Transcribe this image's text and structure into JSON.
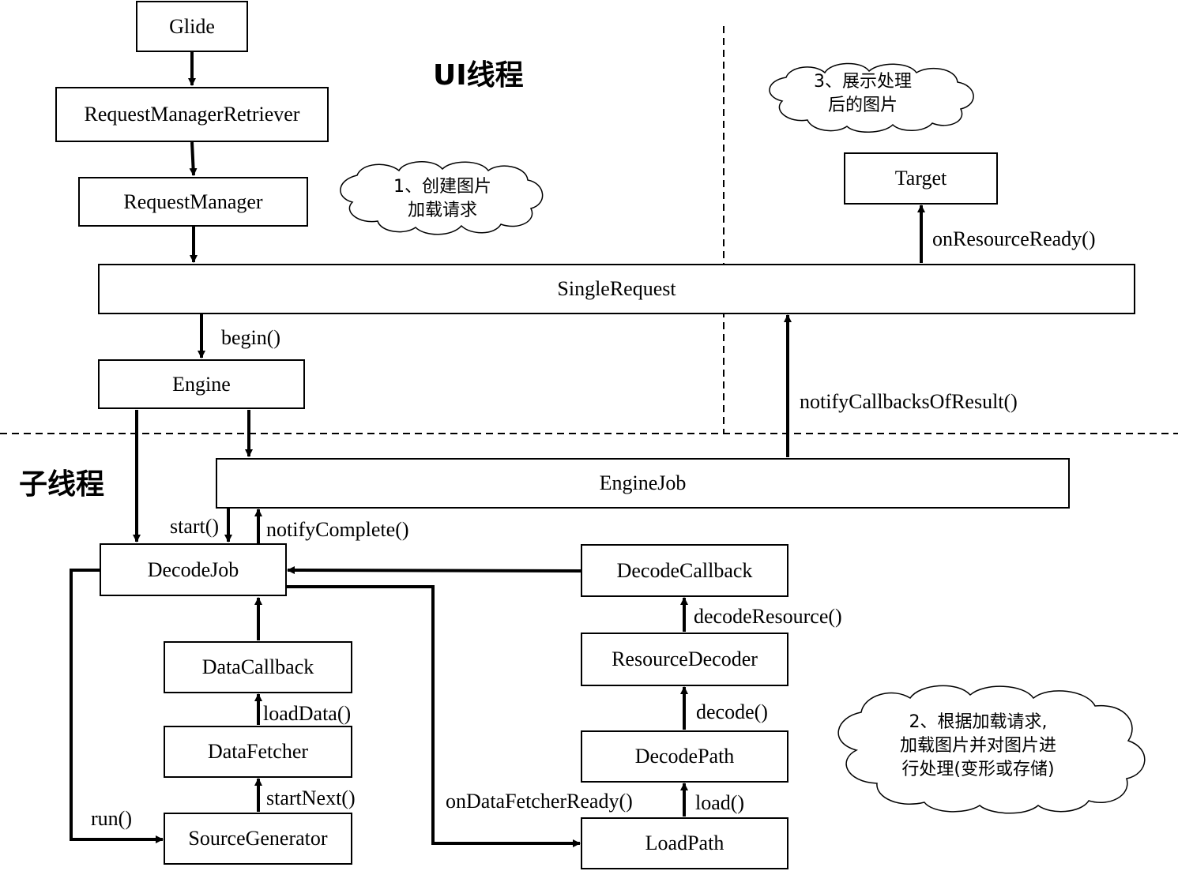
{
  "zones": {
    "ui_thread": "UI线程",
    "worker_thread": "子线程"
  },
  "nodes": {
    "glide": "Glide",
    "request_manager_retriever": "RequestManagerRetriever",
    "request_manager": "RequestManager",
    "single_request": "SingleRequest",
    "engine": "Engine",
    "engine_job": "EngineJob",
    "decode_job": "DecodeJob",
    "data_callback": "DataCallback",
    "data_fetcher": "DataFetcher",
    "source_generator": "SourceGenerator",
    "decode_callback": "DecodeCallback",
    "resource_decoder": "ResourceDecoder",
    "decode_path": "DecodePath",
    "load_path": "LoadPath",
    "target": "Target"
  },
  "edges": {
    "begin": "begin()",
    "on_resource_ready": "onResourceReady()",
    "notify_callbacks_of_result": "notifyCallbacksOfResult()",
    "start": "start()",
    "notify_complete": "notifyComplete()",
    "decode_resource": "decodeResource()",
    "load_data": "loadData()",
    "decode": "decode()",
    "start_next": "startNext()",
    "on_data_fetcher_ready": "onDataFetcherReady()",
    "load": "load()",
    "run": "run()"
  },
  "notes": {
    "create_request": [
      "1、创建图片",
      "加载请求"
    ],
    "decode_transform": [
      "2、根据加载请求,",
      "加载图片并对图片进",
      "行处理(变形或存储)"
    ],
    "display": [
      "3、展示处理",
      "后的图片"
    ]
  }
}
